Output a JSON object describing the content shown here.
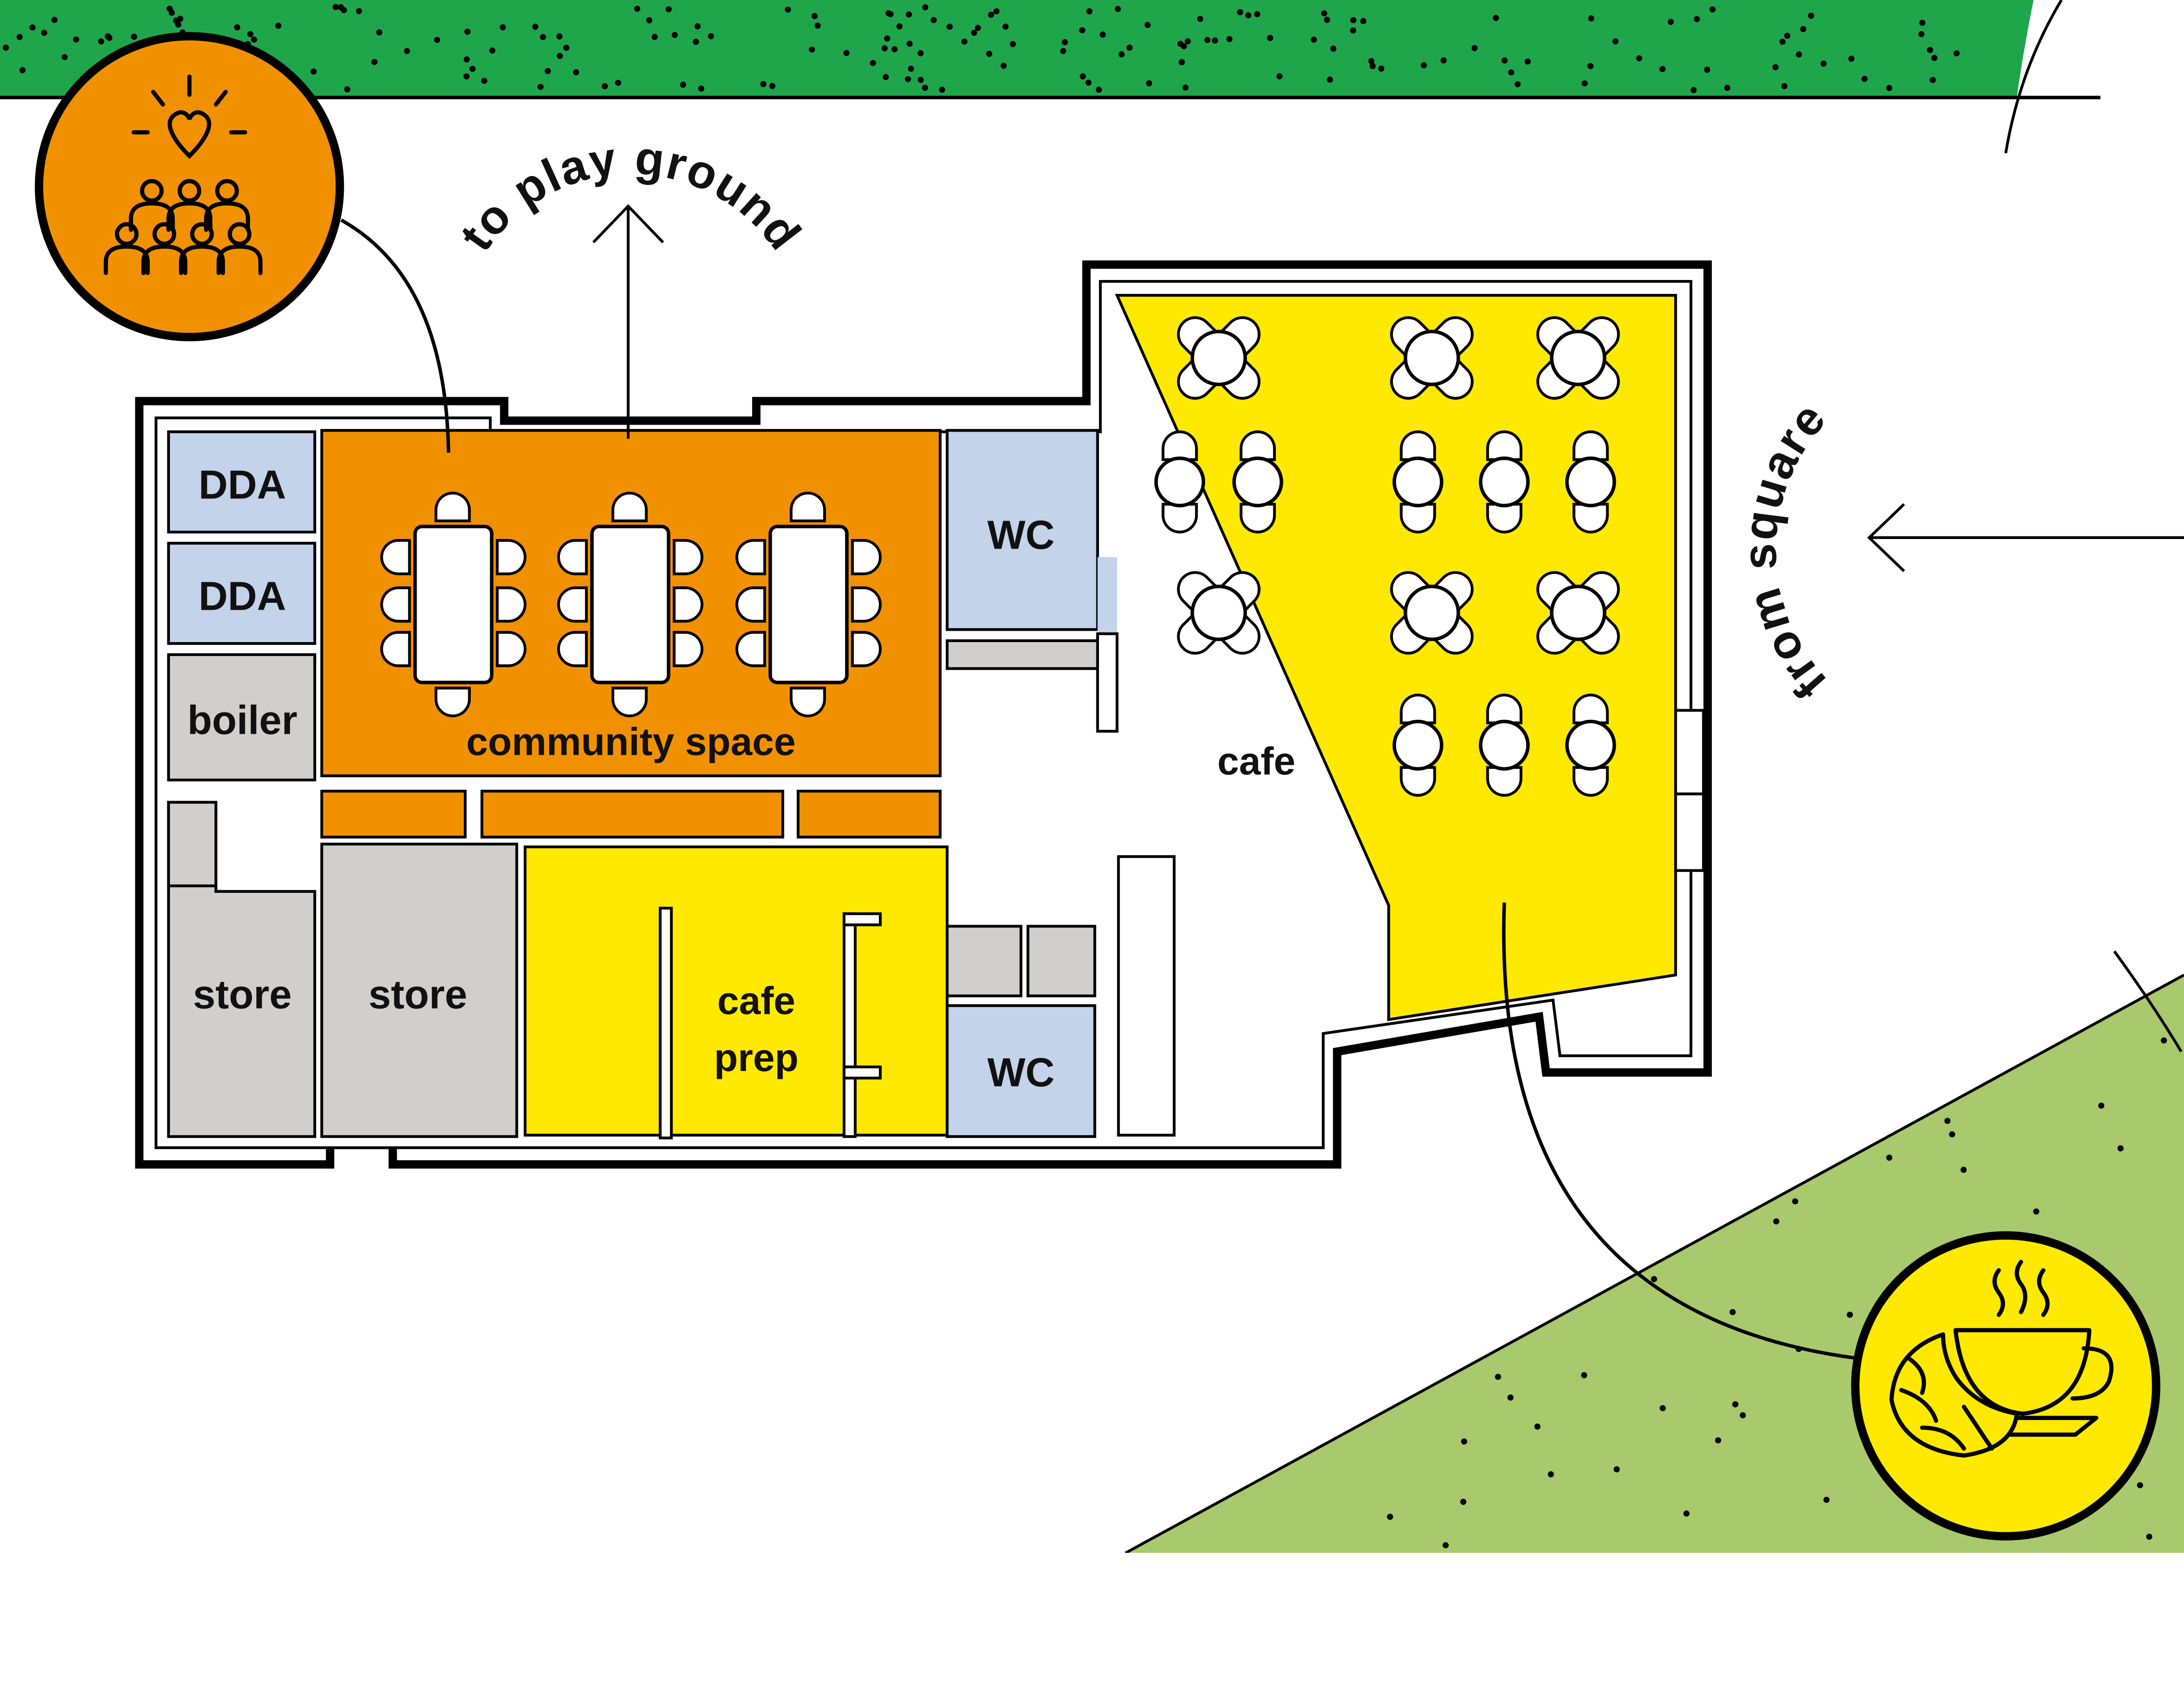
{
  "rooms": {
    "dda_1": "DDA",
    "dda_2": "DDA",
    "boiler": "boiler",
    "community_space": "community space",
    "wc_top": "WC",
    "cafe": "cafe",
    "store_1": "store",
    "store_2": "store",
    "cafe_prep_line1": "cafe",
    "cafe_prep_line2": "prep",
    "wc_bottom": "WC"
  },
  "directions": {
    "to_playground": "to play ground",
    "from_square": "from square"
  },
  "icons": {
    "community": "community-people-heart-icon",
    "cafe": "coffee-cup-croissant-icon"
  },
  "colors": {
    "park_green": "#1fa64a",
    "lawn_green": "#a8c96c",
    "community_orange": "#f29100",
    "cafe_yellow": "#ffe900",
    "wc_blue": "#c2d3ea",
    "service_grey": "#d0cfcc"
  }
}
